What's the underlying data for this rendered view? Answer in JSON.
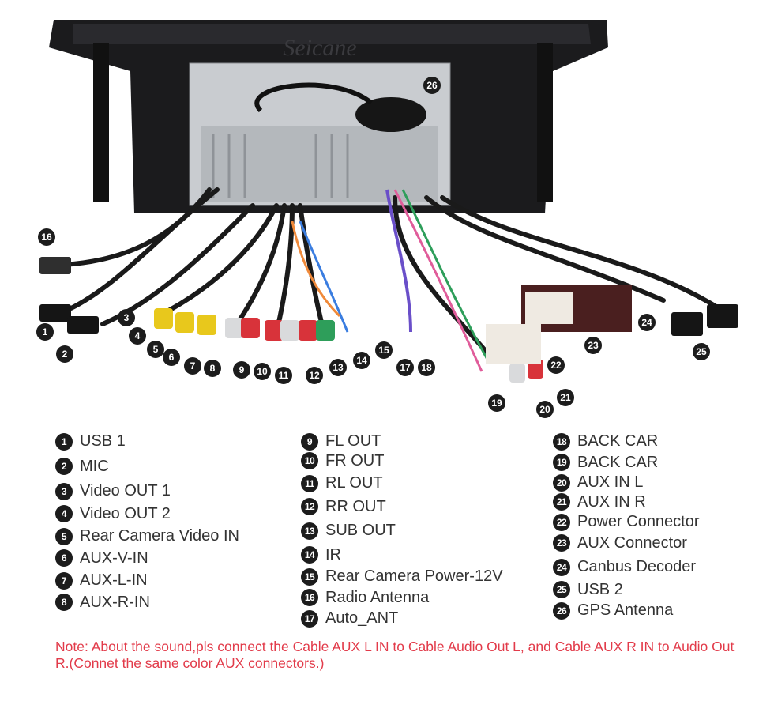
{
  "brand_logo": "Seicane",
  "legend": [
    {
      "num": "1",
      "label": "USB 1"
    },
    {
      "num": "2",
      "label": "MIC"
    },
    {
      "num": "3",
      "label": "Video OUT 1"
    },
    {
      "num": "4",
      "label": "Video OUT 2"
    },
    {
      "num": "5",
      "label": "Rear Camera Video IN"
    },
    {
      "num": "6",
      "label": "AUX-V-IN"
    },
    {
      "num": "7",
      "label": "AUX-L-IN"
    },
    {
      "num": "8",
      "label": "AUX-R-IN"
    },
    {
      "num": "9",
      "label": "FL OUT"
    },
    {
      "num": "10",
      "label": "FR OUT"
    },
    {
      "num": "11",
      "label": "RL OUT"
    },
    {
      "num": "12",
      "label": "RR OUT"
    },
    {
      "num": "13",
      "label": "SUB OUT"
    },
    {
      "num": "14",
      "label": "IR"
    },
    {
      "num": "15",
      "label": "Rear Camera Power-12V"
    },
    {
      "num": "16",
      "label": "Radio Antenna"
    },
    {
      "num": "17",
      "label": "Auto_ANT"
    },
    {
      "num": "18",
      "label": "BACK CAR"
    },
    {
      "num": "19",
      "label": "BACK CAR"
    },
    {
      "num": "20",
      "label": "AUX IN L"
    },
    {
      "num": "21",
      "label": "AUX IN R"
    },
    {
      "num": "22",
      "label": "Power Connector"
    },
    {
      "num": "23",
      "label": "AUX Connector"
    },
    {
      "num": "24",
      "label": "Canbus Decoder"
    },
    {
      "num": "25",
      "label": "USB 2"
    },
    {
      "num": "26",
      "label": "GPS Antenna"
    }
  ],
  "note": "Note: About the sound,pls connect the Cable AUX L IN to Cable Audio Out L, and Cable AUX R IN to Audio Out R.(Connet the same color AUX connectors.)",
  "colors": {
    "note": "#e23b4a",
    "badge": "#1c1c1c",
    "text": "#333333"
  }
}
